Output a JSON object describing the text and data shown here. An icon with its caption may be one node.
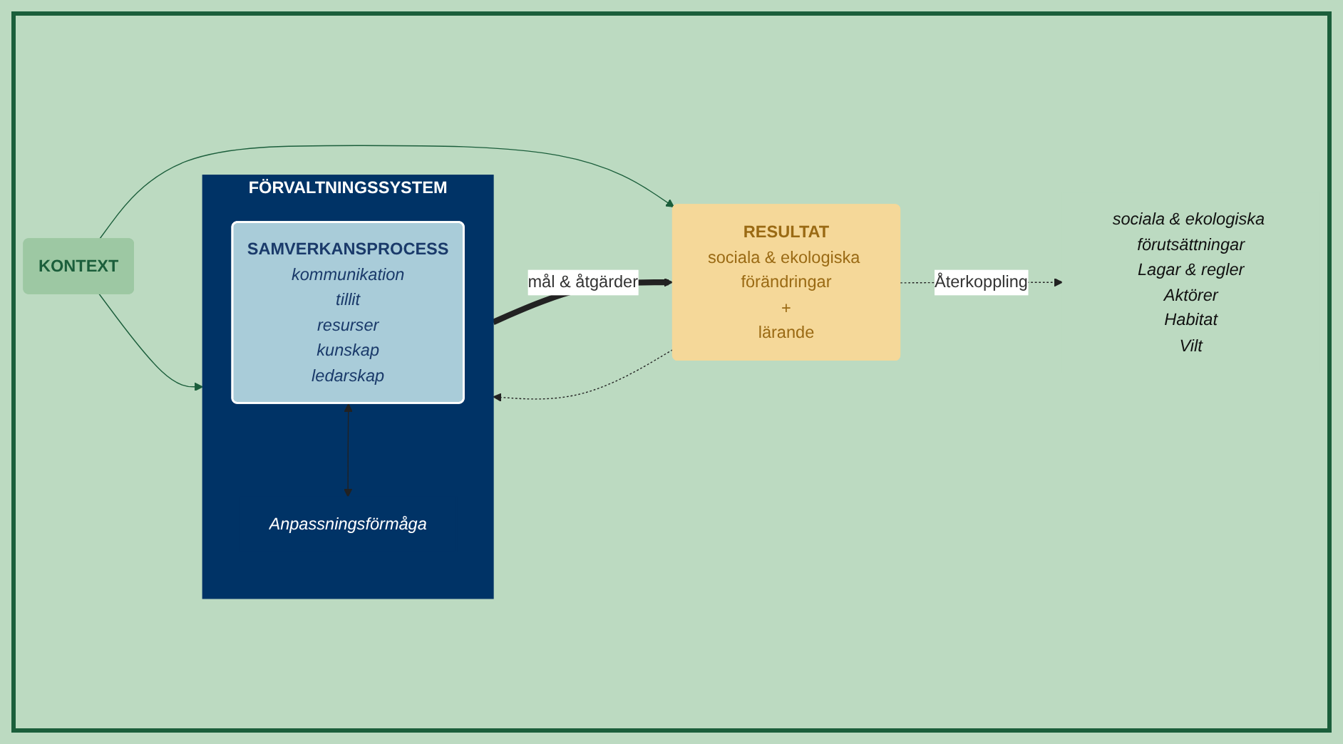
{
  "diagram": {
    "nodes": [
      {
        "text": [
          "KONTEXT"
        ]
      },
      {
        "text": [
          "sociala & ekologiska förutsättningar",
          "Lagar & regler",
          "Aktörer",
          "Habitat",
          "Vilt"
        ]
      },
      {
        "text": [
          "FÖRVALTNINGSSYSTEM"
        ]
      },
      {
        "text": [
          "SAMVERKANSPROCESS",
          "kommunikation",
          "tillit",
          "resurser",
          "kunskap",
          "ledarskap"
        ],
        "in": 2
      },
      {
        "text": [
          "Anpassningsförmåga"
        ],
        "in": 2
      },
      {
        "text": [
          "RESULTAT",
          "sociala & ekologiska förändringar",
          "+",
          "lärande"
        ]
      }
    ],
    "edges": [
      {
        "from": 0,
        "to": 2,
        "arrow": "to",
        "color": "#1b5e3b"
      },
      {
        "from": 0,
        "to": 5,
        "arrow": "to",
        "color": "#1b5e3b"
      },
      {
        "from": 2,
        "to": 5,
        "arrow": "to",
        "label": "mål & åtgärder",
        "style": "thick"
      },
      {
        "from": 3,
        "to": 4,
        "arrow": "both"
      },
      {
        "from": 5,
        "to": 2,
        "arrow": "to",
        "style": "dashed"
      },
      {
        "from": 5,
        "to": 1,
        "arrow": "to",
        "style": "dashed",
        "label": "Återkoppling"
      }
    ]
  }
}
